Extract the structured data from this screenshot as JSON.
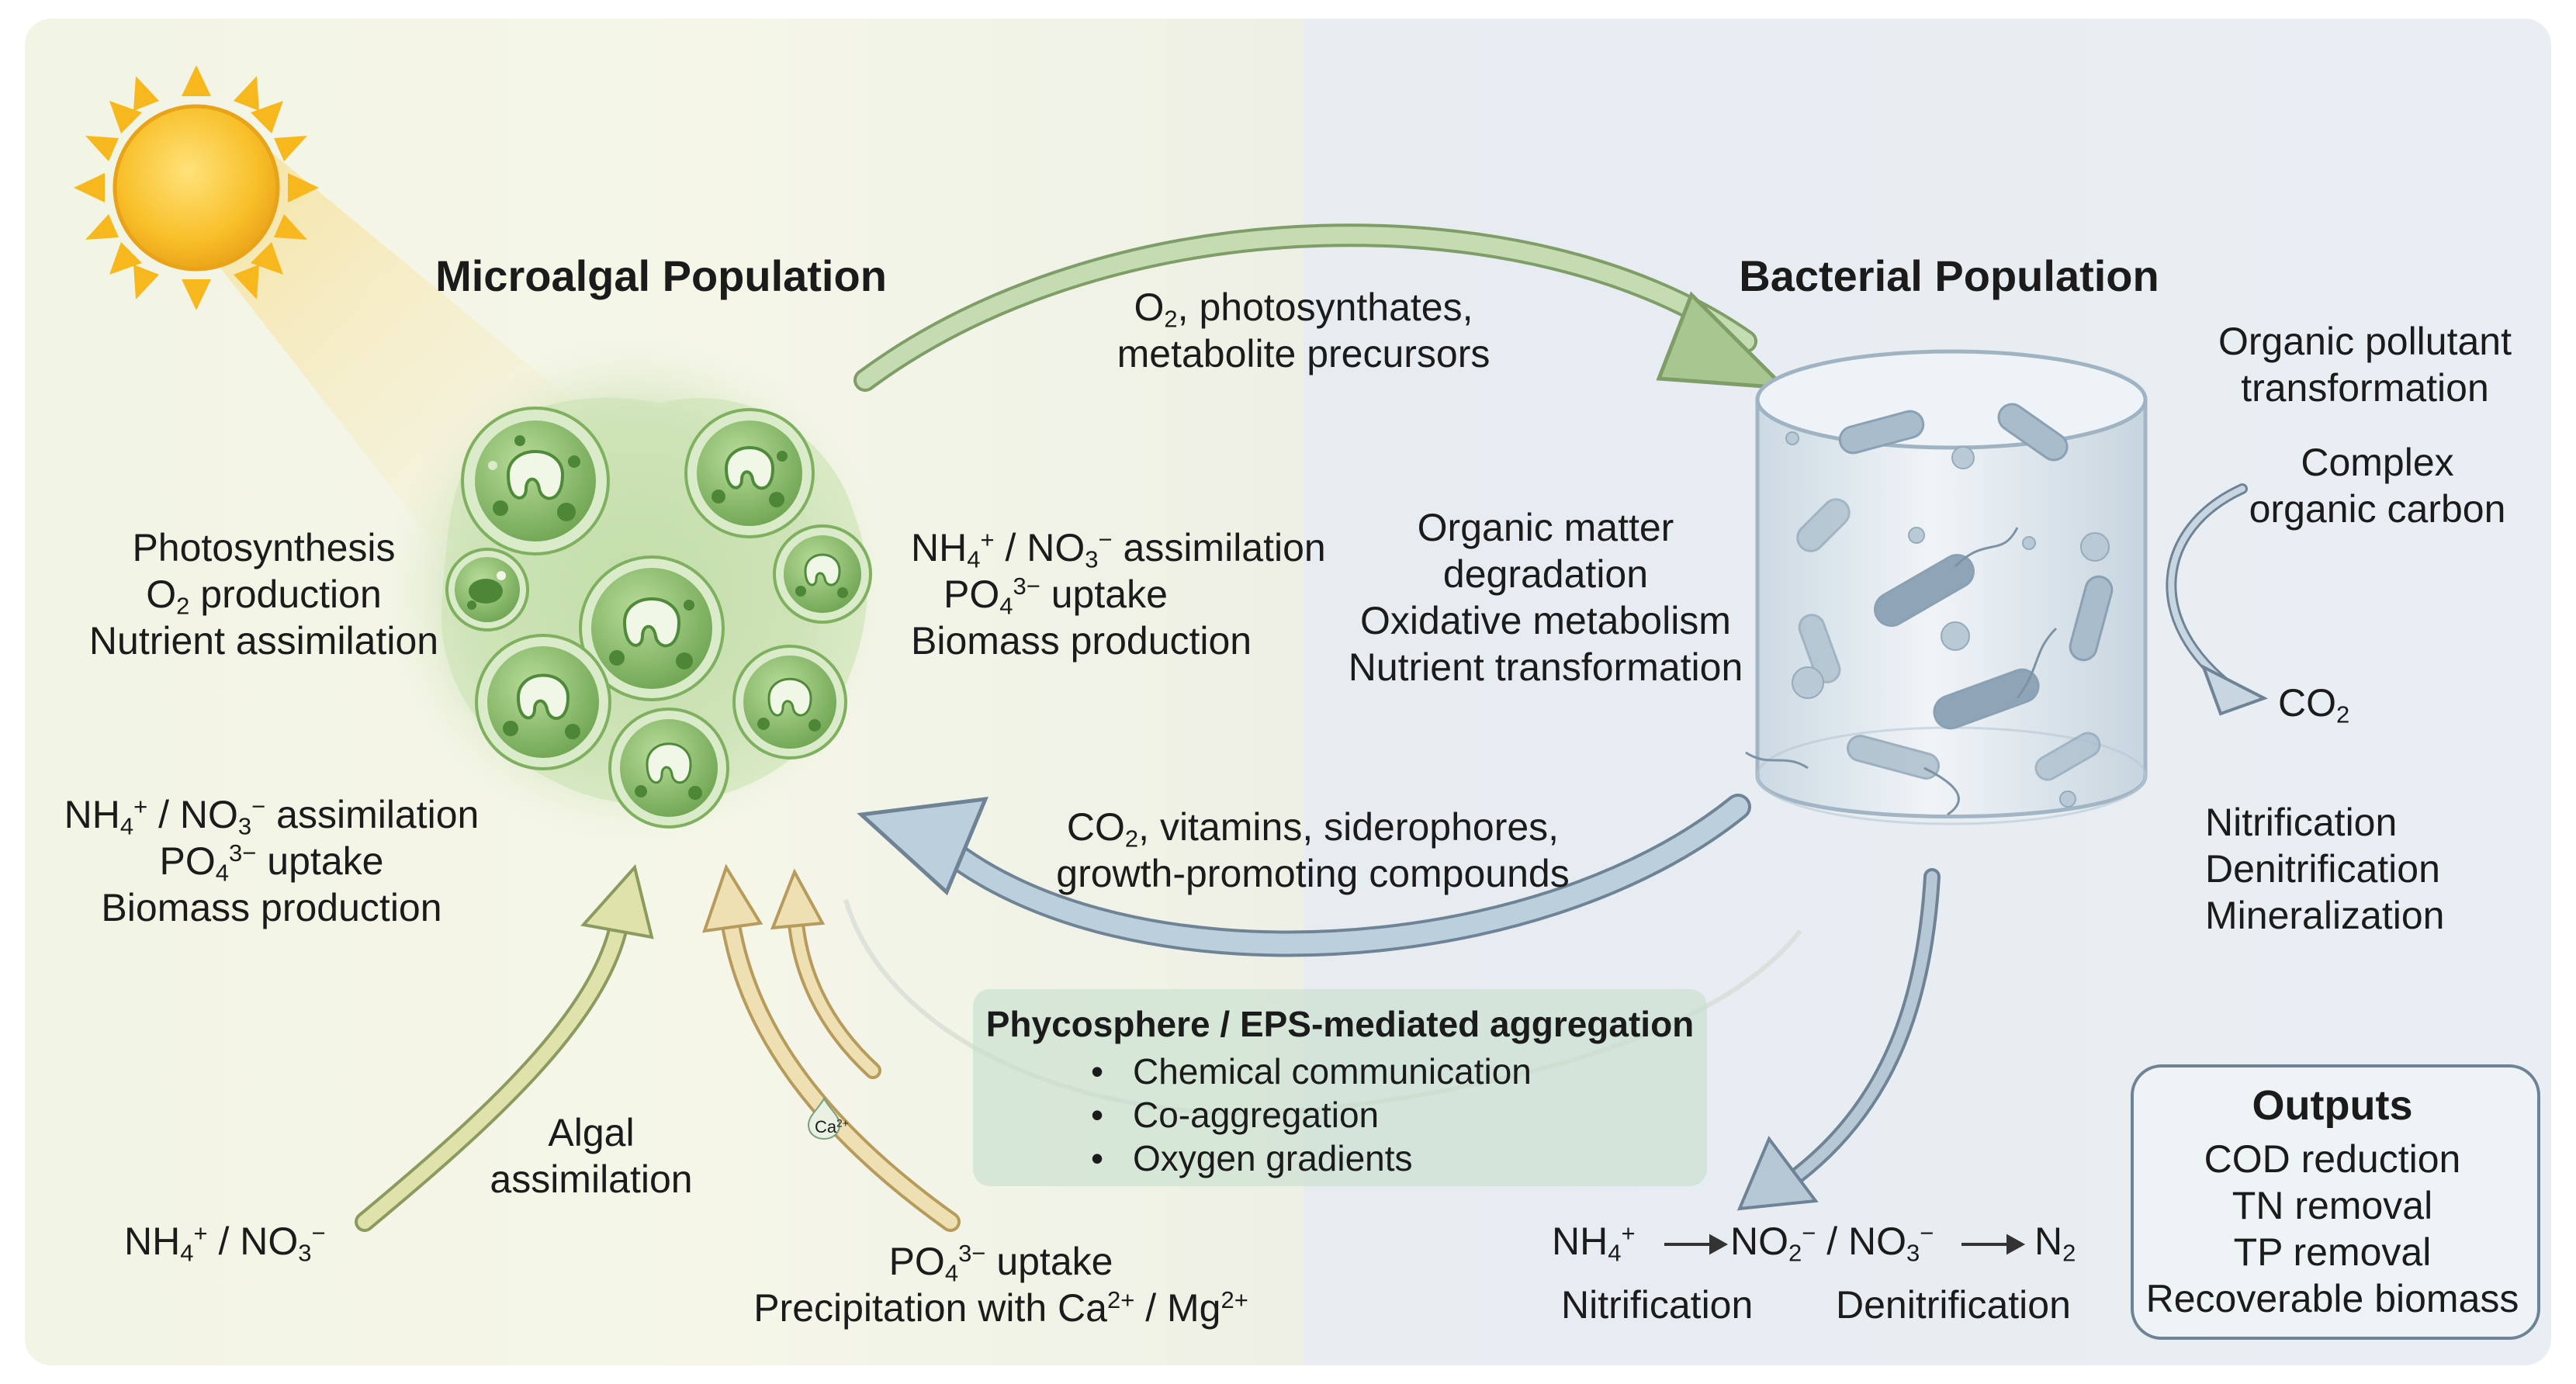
{
  "titles": {
    "microalgal": "Microalgal Population",
    "bacterial": "Bacterial Population"
  },
  "top_arrow": {
    "line1_a": "O",
    "line1_sub": "2",
    "line1_b": ", photosynthates,",
    "line2": "metabolite precursors"
  },
  "bottom_arrow": {
    "line1_a": "CO",
    "line1_sub": "2",
    "line1_b": ", vitamins, siderophores,",
    "line2": "growth-promoting compounds"
  },
  "algae_left": {
    "line1": "Photosynthesis",
    "line2_a": "O",
    "line2_sub": "2",
    "line2_b": " production",
    "line3": "Nutrient assimilation"
  },
  "algae_right": {
    "nh": "NH",
    "nh_sub": "4",
    "nh_sup": "+",
    "mid": " / NO",
    "no_sub": "3",
    "no_sup": "−",
    "tail": " assimilation",
    "po": "PO",
    "po_sub": "4",
    "po_sup": "3−",
    "po_tail": " uptake",
    "line3": "Biomass production"
  },
  "lower_left": {
    "nh": "NH",
    "nh_sub": "4",
    "nh_sup": "+",
    "mid": " / NO",
    "no_sub": "3",
    "no_sup": "−",
    "tail": " assimilation",
    "po": "PO",
    "po_sub": "4",
    "po_sup": "3−",
    "po_tail": " uptake",
    "line3": "Biomass production"
  },
  "algal_assim": {
    "line1": "Algal",
    "line2": "assimilation"
  },
  "nh_source": {
    "nh": "NH",
    "nh_sub": "4",
    "nh_sup": "+",
    "mid": " / NO",
    "no_sub": "3",
    "no_sup": "−"
  },
  "po_bottom": {
    "po": "PO",
    "po_sub": "4",
    "po_sup": "3−",
    "po_tail": " uptake",
    "line2_a": "Precipitation with Ca",
    "ca_sup": "2+",
    "line2_b": " / Mg",
    "mg_sup": "2+"
  },
  "ca_chip": {
    "base": "Ca",
    "sup": "2+"
  },
  "bacteria_left": {
    "line1": "Organic matter",
    "line2": "degradation",
    "line3": "Oxidative metabolism",
    "line4": "Nutrient transformation"
  },
  "bacteria_right": {
    "line1": "Organic pollutant",
    "line2": "transformation",
    "line3": "Complex",
    "line4": "organic carbon",
    "co2_a": "CO",
    "co2_sub": "2"
  },
  "bacteria_processes": [
    "Nitrification",
    "Denitrification",
    "Mineralization"
  ],
  "phycosphere": {
    "title": "Phycosphere / EPS-mediated aggregation",
    "bullet": "•",
    "items": [
      "Chemical communication",
      "Co-aggregation",
      "Oxygen gradients"
    ]
  },
  "nitrogen_chain": {
    "nh": "NH",
    "nh_sub": "4",
    "nh_sup": "+",
    "no2": "NO",
    "no2_sub": "2",
    "no2_sup": "−",
    "sep": " / ",
    "no3": "NO",
    "no3_sub": "3",
    "no3_sup": "−",
    "n2": "N",
    "n2_sub": "2",
    "nitrification": "Nitrification",
    "denitrification": "Denitrification"
  },
  "outputs": {
    "title": "Outputs",
    "items": [
      "COD reduction",
      "TN removal",
      "TP removal",
      "Recoverable biomass"
    ]
  },
  "colors": {
    "green_arrow": "#9fbf84",
    "blue_arrow": "#a9bfcf",
    "yellow_arrow": "#dfe2aa",
    "sun": "#f6b81c",
    "algae_cell": "#79b05a",
    "box": "#c6decd",
    "outputs_border": "#6f8396"
  },
  "icons": [
    "sun-icon",
    "algae-cluster-icon",
    "bioreactor-cylinder-icon",
    "calcium-drop-icon"
  ]
}
